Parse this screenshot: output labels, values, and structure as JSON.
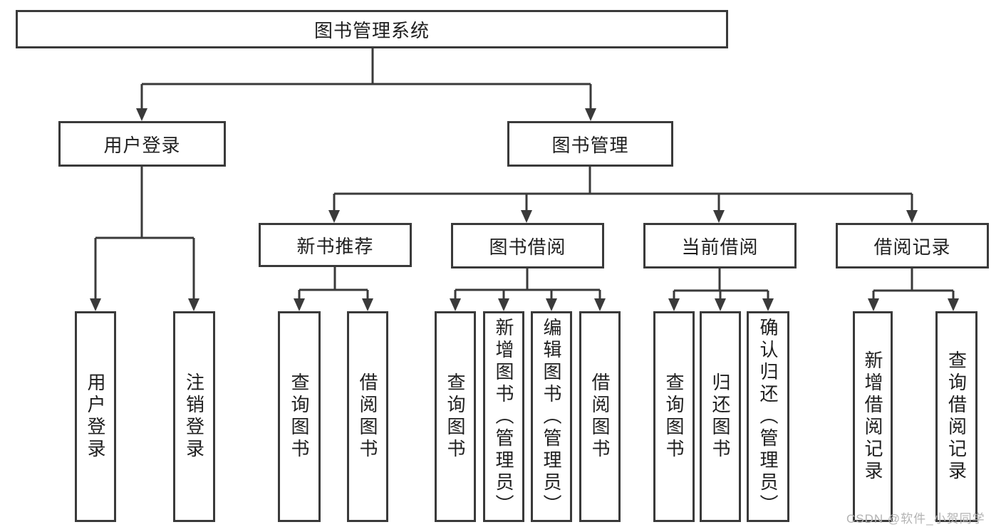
{
  "tree": {
    "root": "图书管理系统",
    "user_login": {
      "label": "用户登录",
      "children": [
        "用户登录",
        "注销登录"
      ]
    },
    "book_mgmt": {
      "label": "图书管理",
      "children": [
        {
          "label": "新书推荐",
          "children": [
            "查询图书",
            "借阅图书"
          ]
        },
        {
          "label": "图书借阅",
          "children": [
            "查询图书",
            "新增图书（管理员）",
            "编辑图书（管理员）",
            "借阅图书"
          ]
        },
        {
          "label": "当前借阅",
          "children": [
            "查询图书",
            "归还图书",
            "确认归还（管理员）"
          ]
        },
        {
          "label": "借阅记录",
          "children": [
            "新增借阅记录",
            "查询借阅记录"
          ]
        }
      ]
    }
  },
  "watermark": {
    "text": "CSDN @软件_小贺同学"
  },
  "colors": {
    "line": "#3a3a3a",
    "box_border": "#3a3a3a",
    "text": "#1f1f1f",
    "watermark_text": "#b3b3b3",
    "background": "#ffffff"
  }
}
